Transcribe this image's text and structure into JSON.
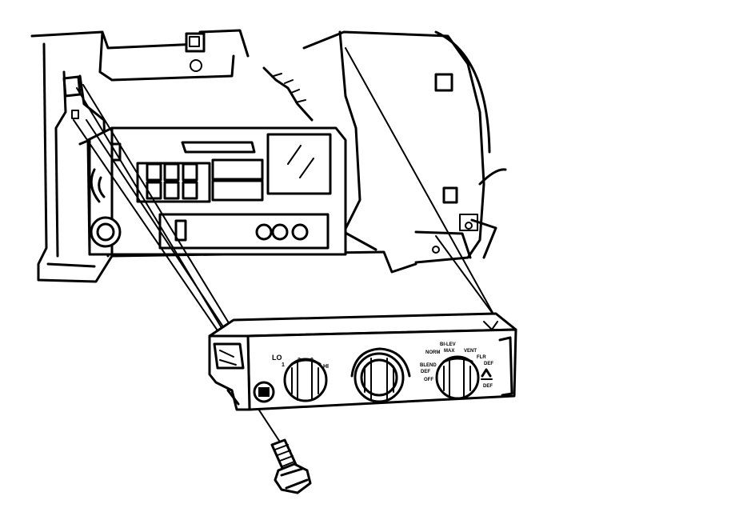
{
  "labels": {
    "fan_low": "LO",
    "fan_1": "1",
    "fan_2": "2",
    "fan_3": "3",
    "fan_hi": "HI",
    "mode_bi_level": "BI-LEV",
    "mode_vent": "VENT",
    "mode_max": "MAX",
    "mode_norm": "NORM",
    "mode_floor": "FLR",
    "mode_defog": "DEF",
    "mode_blend": "BLEND",
    "mode_off": "OFF",
    "mode_defrost": "DEF"
  }
}
